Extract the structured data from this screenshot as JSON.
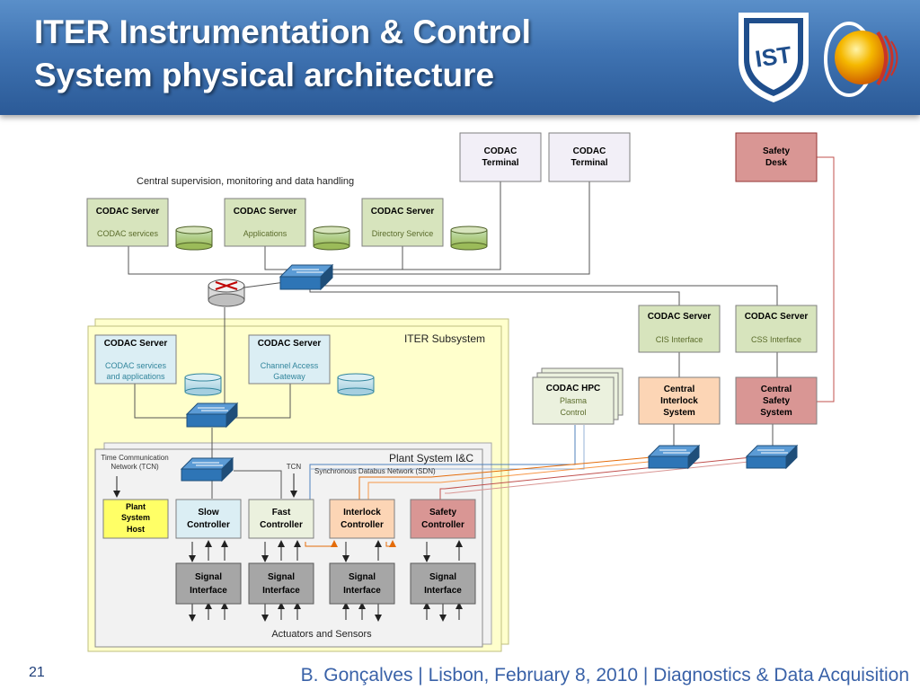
{
  "slide": {
    "title_line1": "ITER Instrumentation & Control",
    "title_line2": "System physical architecture",
    "page_number": "21",
    "footer": "B. Gonçalves | Lisbon, February 8, 2010 | Diagnostics & Data Acquisition"
  },
  "logos": {
    "left": "ist-shield-logo",
    "right": "ipfn-sphere-logo",
    "left_text": "IST"
  },
  "colors": {
    "header": "#3f73b2",
    "server_green": "#d7e4bd",
    "terminal": "#f2eff7",
    "safety": "#d99694",
    "interlock": "#fcd5b5",
    "plant_host": "#ffff66",
    "subsystem_bg": "#ffffcc",
    "signal": "#a6a6a6",
    "switch": "#2e75b6",
    "sdn_line": "#4f81bd",
    "interlock_line": "#e46c0a",
    "safety_line": "#c0504d"
  },
  "diagram": {
    "central_label": "Central supervision, monitoring and data handling",
    "terminals": [
      {
        "line1": "CODAC",
        "line2": "Terminal"
      },
      {
        "line1": "CODAC",
        "line2": "Terminal"
      }
    ],
    "safety_desk": {
      "line1": "Safety",
      "line2": "Desk"
    },
    "top_servers": [
      {
        "title": "CODAC Server",
        "sub": "CODAC services"
      },
      {
        "title": "CODAC Server",
        "sub": "Applications"
      },
      {
        "title": "CODAC Server",
        "sub": "Directory Service"
      }
    ],
    "right_servers": [
      {
        "title": "CODAC Server",
        "sub": "CIS Interface"
      },
      {
        "title": "CODAC Server",
        "sub": "CSS Interface"
      }
    ],
    "hpc": {
      "title": "CODAC HPC",
      "line1": "Plasma",
      "line2": "Control"
    },
    "central_interlock": {
      "line1": "Central",
      "line2": "Interlock",
      "line3": "System"
    },
    "central_safety": {
      "line1": "Central",
      "line2": "Safety",
      "line3": "System"
    },
    "iter_subsystem": "ITER Subsystem",
    "sub_servers": [
      {
        "title": "CODAC Server",
        "line1": "CODAC services",
        "line2": "and applications"
      },
      {
        "title": "CODAC Server",
        "line1": "Channel Access",
        "line2": "Gateway"
      }
    ],
    "plant_label": "Plant System I&C",
    "tcn_line1": "Time Communication",
    "tcn_line2": "Network (TCN)",
    "tcn_short": "TCN",
    "sdn_label": "Synchronous Databus Network (SDN)",
    "plant_host": {
      "line1": "Plant",
      "line2": "System",
      "line3": "Host"
    },
    "controllers": [
      {
        "line1": "Slow",
        "line2": "Controller"
      },
      {
        "line1": "Fast",
        "line2": "Controller"
      },
      {
        "line1": "Interlock",
        "line2": "Controller"
      },
      {
        "line1": "Safety",
        "line2": "Controller"
      }
    ],
    "signal_interfaces": [
      {
        "line1": "Signal",
        "line2": "Interface"
      },
      {
        "line1": "Signal",
        "line2": "Interface"
      },
      {
        "line1": "Signal",
        "line2": "Interface"
      },
      {
        "line1": "Signal",
        "line2": "Interface"
      }
    ],
    "actuators_label": "Actuators and Sensors"
  }
}
